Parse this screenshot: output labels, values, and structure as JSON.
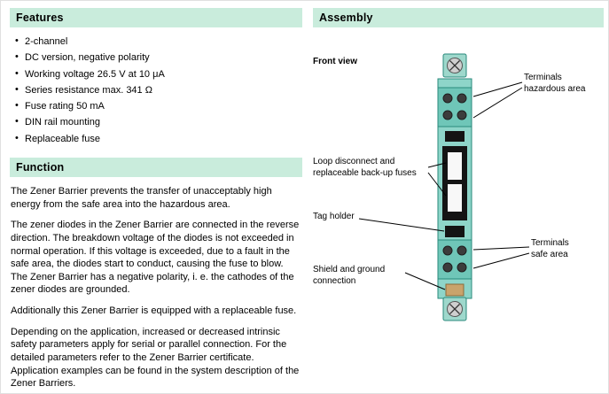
{
  "features": {
    "title": "Features",
    "items": [
      "2-channel",
      "DC version, negative polarity",
      "Working voltage 26.5 V at 10 μA",
      "Series resistance max. 341 Ω",
      "Fuse rating 50 mA",
      "DIN rail mounting",
      "Replaceable fuse"
    ]
  },
  "function_section": {
    "title": "Function",
    "paragraphs": [
      "The Zener Barrier prevents the transfer of unacceptably high energy from the safe area into the hazardous area.",
      "The zener diodes in the Zener Barrier are connected in the reverse direction. The breakdown voltage of the diodes is not exceeded in normal operation. If this voltage is exceeded, due to a fault in the safe area, the diodes start to conduct, causing the fuse to blow. The Zener Barrier has a negative polarity, i. e. the cathodes of the zener diodes are grounded.",
      "Additionally this Zener Barrier is equipped with a replaceable fuse.",
      "Depending on the application, increased or decreased intrinsic safety parameters apply for serial or parallel connection. For the detailed parameters refer to the Zener Barrier certificate. Application examples can be found in the system description of the Zener Barriers."
    ]
  },
  "assembly": {
    "title": "Assembly",
    "front_view": "Front view",
    "callouts": {
      "terminals_hazardous": "Terminals\nhazardous area",
      "loop_disconnect": "Loop disconnect and\nreplaceable back-up fuses",
      "tag_holder": "Tag holder",
      "terminals_safe": "Terminals\nsafe area",
      "shield_ground": "Shield and ground\nconnection"
    }
  },
  "colors": {
    "header_bg": "#c9ecdc",
    "device_body": "#8ed5c9",
    "device_dark": "#6fc6b8",
    "device_cap": "#9ed8cc",
    "device_outline": "#2a8a7c",
    "window_black": "#141414",
    "shield_tan": "#c9a36c"
  }
}
